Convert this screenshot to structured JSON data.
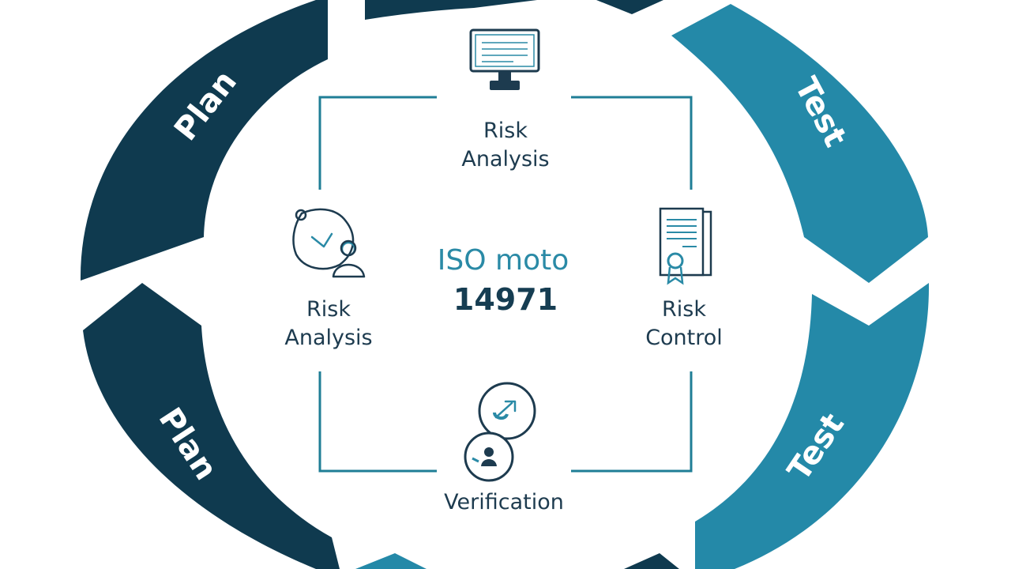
{
  "colors": {
    "dark": "#0f3a4f",
    "teal": "#2489a8",
    "frame": "#1f7e96",
    "text": "#1d3b4f"
  },
  "cycle": {
    "segments": [
      {
        "label": "Plan",
        "color": "dark"
      },
      {
        "label": "Test",
        "color": "teal"
      },
      {
        "label": "Test",
        "color": "teal"
      },
      {
        "label": "Plan",
        "color": "dark"
      }
    ]
  },
  "center": {
    "title": "ISO moto",
    "number": "14971"
  },
  "nodes": {
    "top": {
      "line1": "Risk",
      "line2": "Analysis",
      "icon": "monitor-icon"
    },
    "left": {
      "line1": "Risk",
      "line2": "Analysis",
      "icon": "person-network-icon"
    },
    "right": {
      "line1": "Risk",
      "line2": "Control",
      "icon": "certificate-document-icon"
    },
    "bottom": {
      "line1": "Verification",
      "icon": "verification-circles-icon"
    }
  }
}
